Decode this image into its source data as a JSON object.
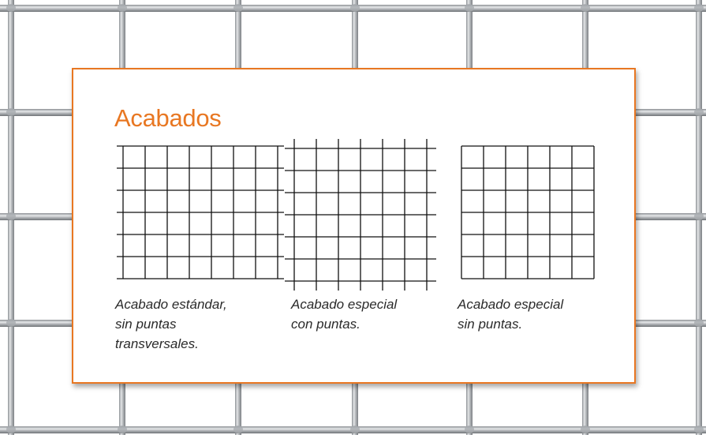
{
  "panel": {
    "title": "Acabados",
    "accent_color": "#e87722"
  },
  "finishes": [
    {
      "caption": [
        "Acabado estándar,",
        "sin puntas",
        "transversales."
      ]
    },
    {
      "caption": [
        "Acabado especial",
        "con puntas."
      ]
    },
    {
      "caption": [
        "Acabado especial",
        "sin puntas."
      ]
    }
  ]
}
